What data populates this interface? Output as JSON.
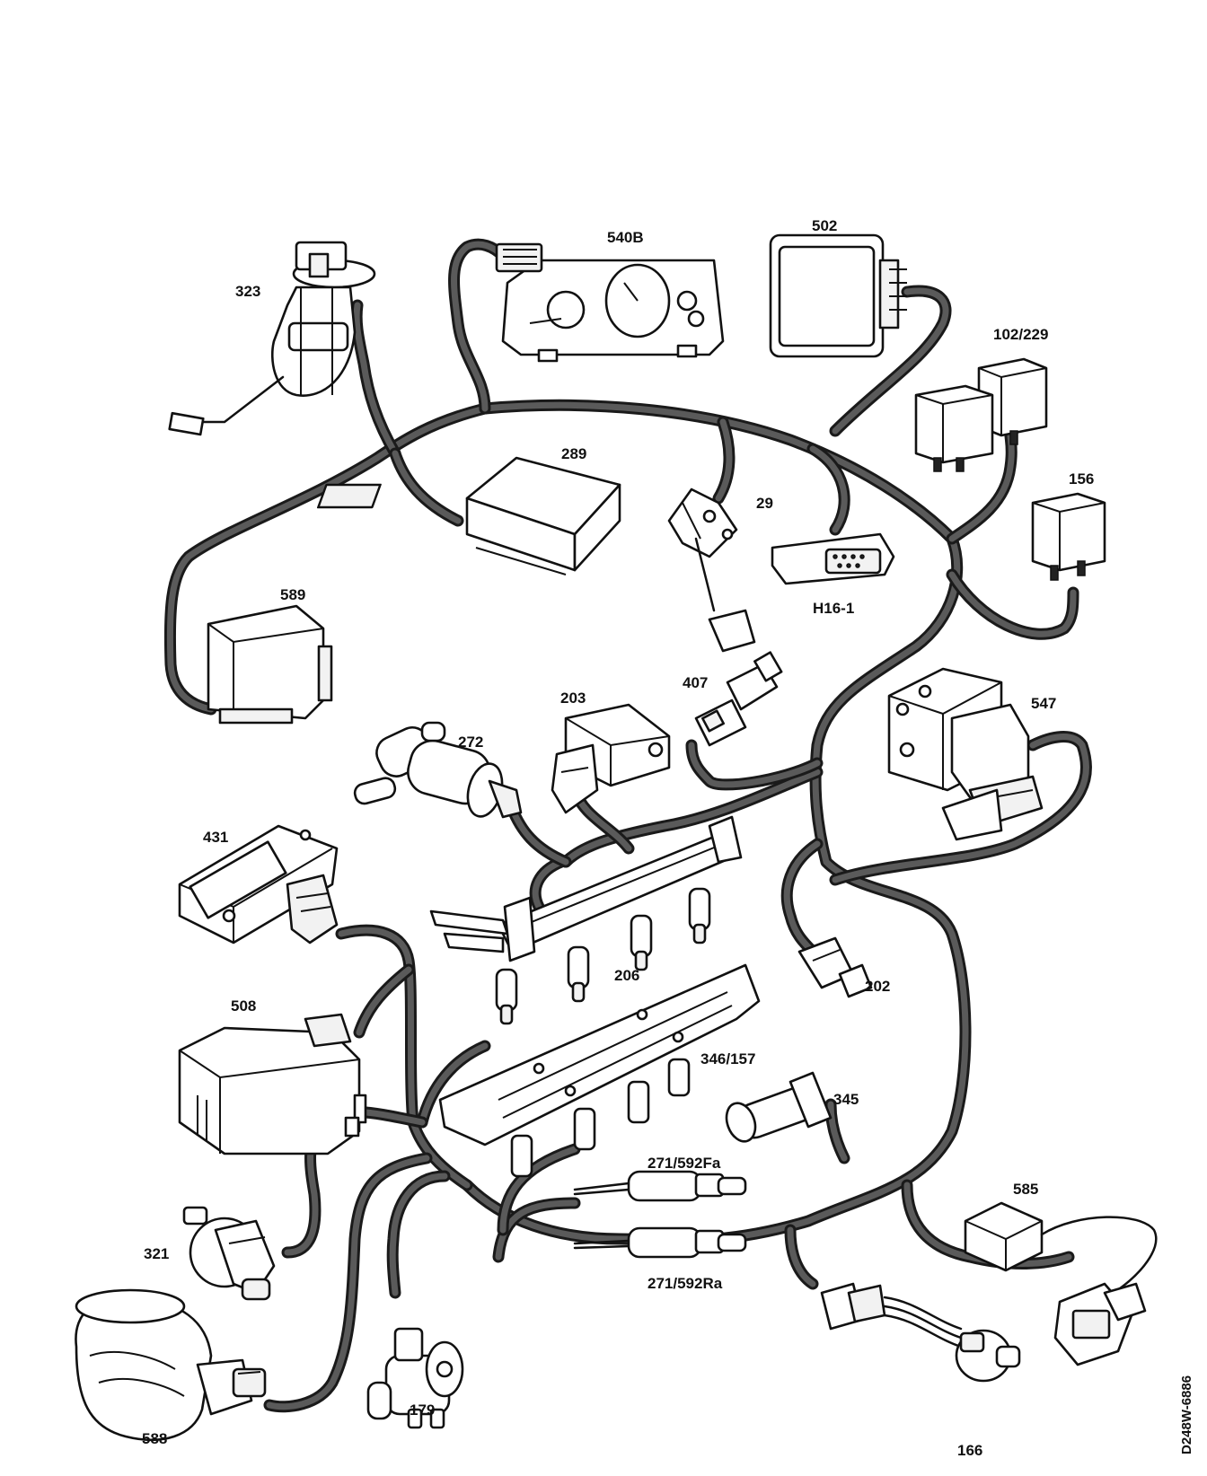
{
  "components": [
    {
      "id": "fuel-pump-sender",
      "label": "323"
    },
    {
      "id": "instrument-cluster",
      "label": "540B"
    },
    {
      "id": "engine-control-module",
      "label": "502"
    },
    {
      "id": "relays-pair",
      "label": "102/229"
    },
    {
      "id": "relay-single",
      "label": "156"
    },
    {
      "id": "control-unit-289",
      "label": "289"
    },
    {
      "id": "pedal-switch",
      "label": "29"
    },
    {
      "id": "diagnostic-connector",
      "label": "H16-1"
    },
    {
      "id": "control-unit-589",
      "label": "589"
    },
    {
      "id": "idle-air-valve",
      "label": "272"
    },
    {
      "id": "throttle-position-sensor",
      "label": "203"
    },
    {
      "id": "temperature-sender",
      "label": "407"
    },
    {
      "id": "abs-hydraulic-unit",
      "label": "547"
    },
    {
      "id": "ignition-module",
      "label": "431"
    },
    {
      "id": "fuel-rail-injectors",
      "label": "206"
    },
    {
      "id": "coolant-temp-sensor",
      "label": "202"
    },
    {
      "id": "control-unit-508",
      "label": "508"
    },
    {
      "id": "ignition-coil-assembly",
      "label": "346/157"
    },
    {
      "id": "speed-sensor",
      "label": "345"
    },
    {
      "id": "oxygen-sensor-front",
      "label": "271/592Fa"
    },
    {
      "id": "oxygen-sensor-rear",
      "label": "271/592Ra"
    },
    {
      "id": "pressure-switch",
      "label": "321"
    },
    {
      "id": "crash-sensor",
      "label": "585"
    },
    {
      "id": "purge-valve",
      "label": "179"
    },
    {
      "id": "air-mass-meter",
      "label": "588"
    },
    {
      "id": "ac-pressure-sensor",
      "label": "166"
    }
  ],
  "drawing_ref": "D248W-6886"
}
